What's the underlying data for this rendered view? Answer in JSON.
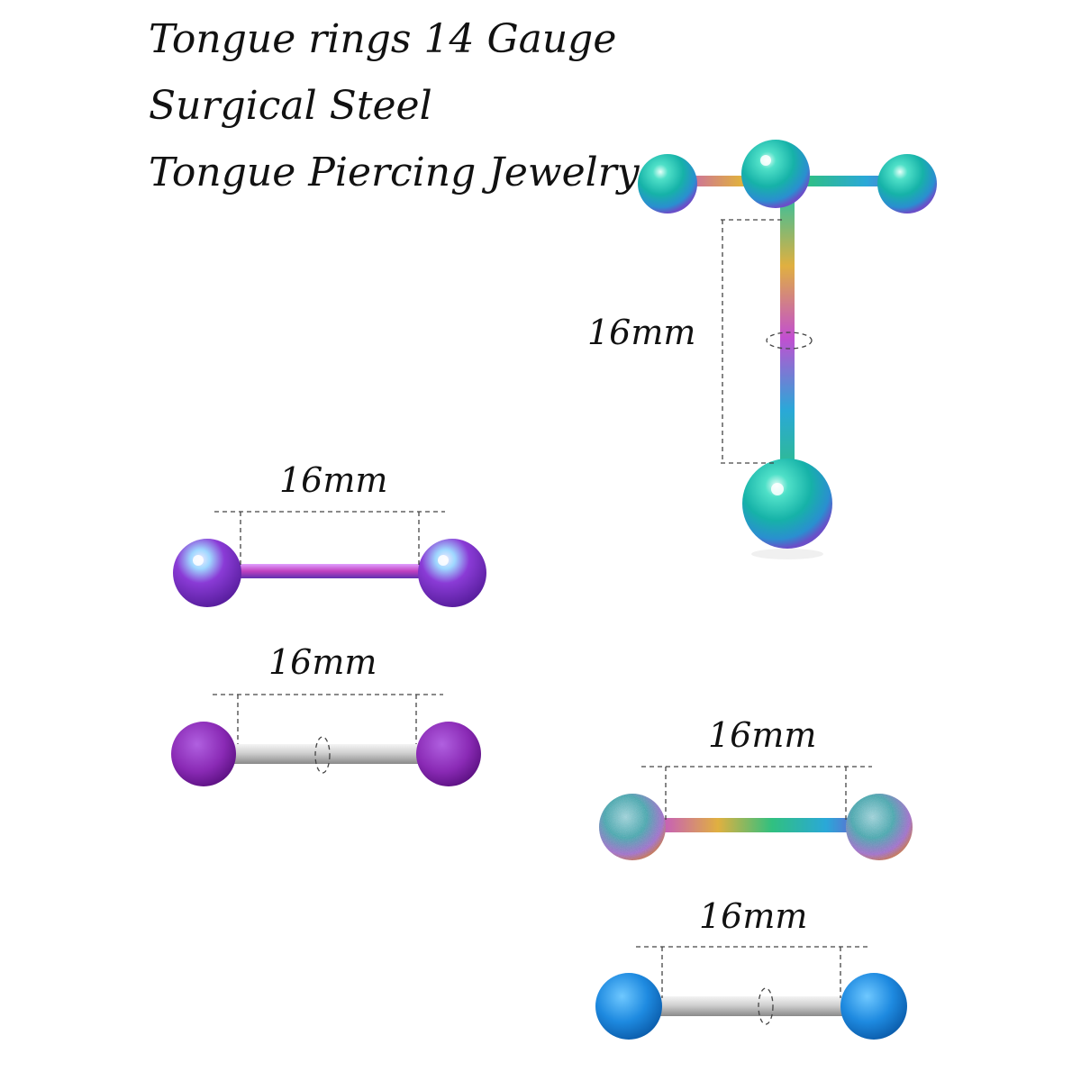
{
  "heading": {
    "line1": "Tongue rings 14 Gauge",
    "line2": "Surgical Steel",
    "line3": "Tongue Piercing Jewelry"
  },
  "measurements": {
    "vertical_barbell": "16mm",
    "purple_rainbow_barbell": "16mm",
    "purple_matte_barbell": "16mm",
    "rainbow_frosted_barbell": "16mm",
    "blue_glow_barbell": "16mm"
  },
  "colors": {
    "rainbow_ball": "#1fc0b0",
    "purple_rainbow_ball": "#8a3bd6",
    "purple_matte_ball": "#8a2ab5",
    "frosted_ball": "#3fa8b0",
    "blue_ball": "#1e8ae0",
    "steel_bar": "#c8c8c8"
  }
}
